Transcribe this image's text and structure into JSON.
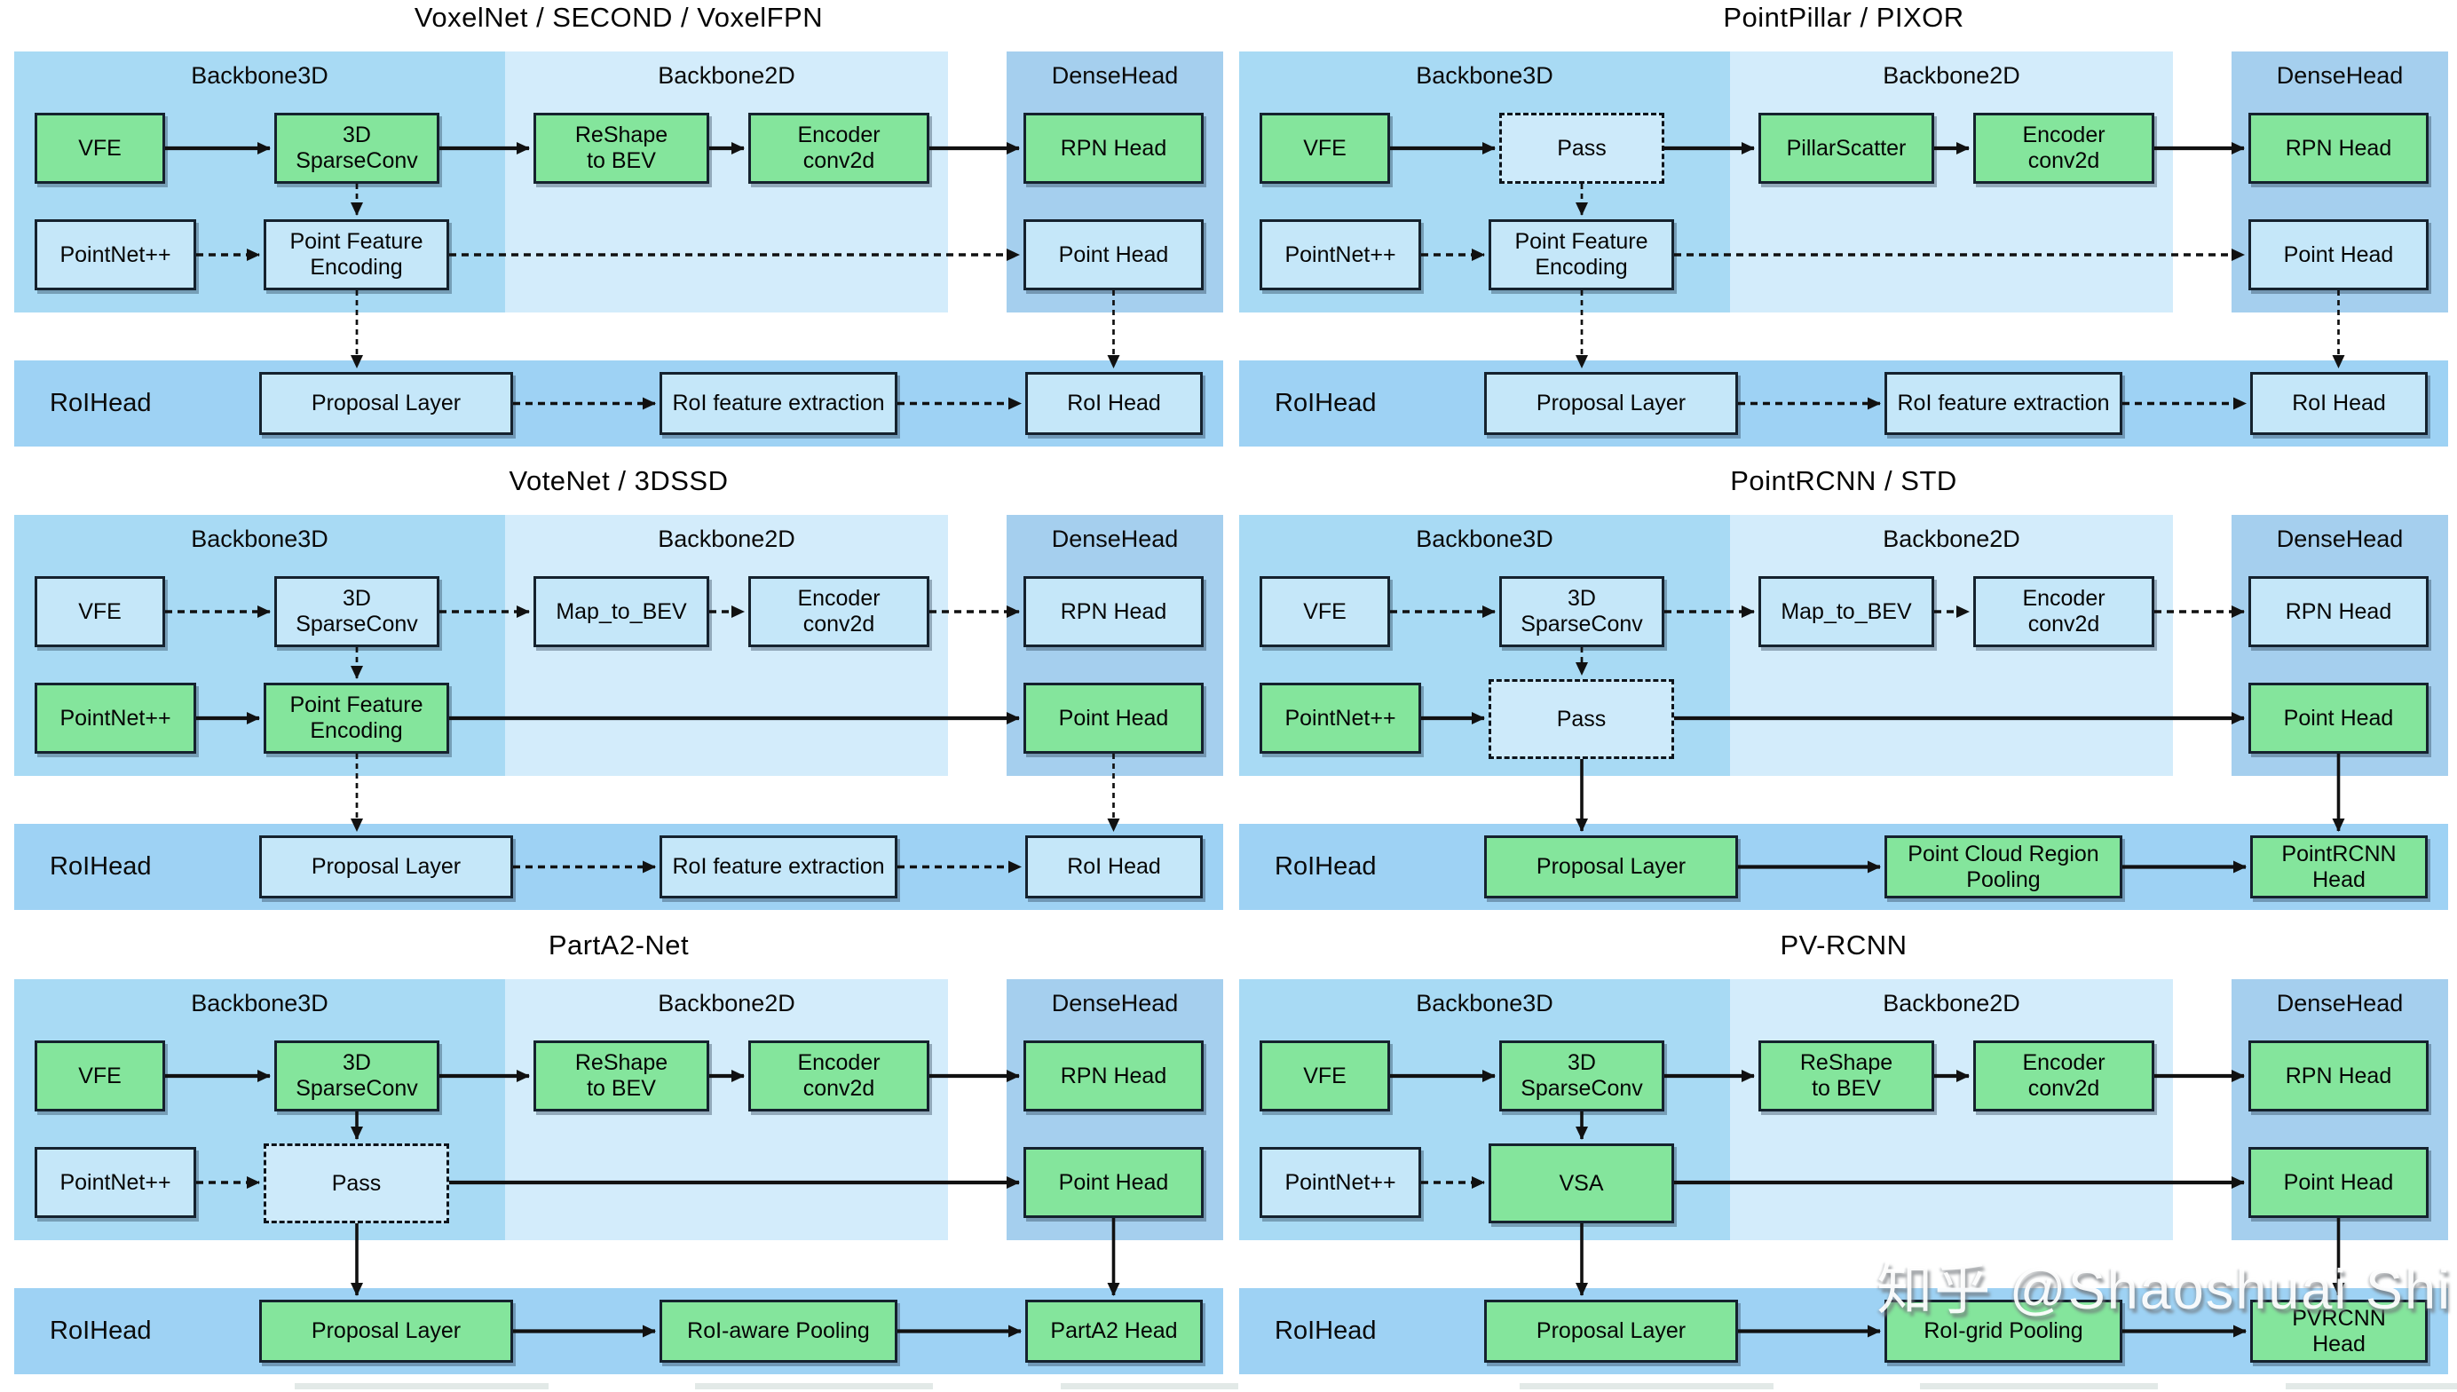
{
  "watermark": "知乎 @Shaoshuai Shi",
  "colors": {
    "backbone3d_bg": "#a8daf4",
    "backbone2d_bg": "#d3ecfb",
    "densehead_bg": "#a5cfee",
    "roihead_bg": "#9ed2f4",
    "box_green": "#84e59c",
    "box_blue": "#c5e7f9",
    "box_pass": "#cdeafa",
    "border": "#15222e",
    "arrow": "#111111"
  },
  "section_labels": {
    "backbone3d": "Backbone3D",
    "backbone2d": "Backbone2D",
    "densehead": "DenseHead",
    "roihead": "RoIHead"
  },
  "panels": [
    {
      "title": "VoxelNet / SECOND / VoxelFPN",
      "row1": [
        {
          "label": "VFE",
          "kind": "green"
        },
        {
          "label": "3D|SparseConv",
          "kind": "green"
        },
        {
          "label": "ReShape|to BEV",
          "kind": "green"
        },
        {
          "label": "Encoder|conv2d",
          "kind": "green"
        },
        {
          "label": "RPN Head",
          "kind": "green"
        }
      ],
      "row2": [
        {
          "label": "PointNet++",
          "kind": "blue"
        },
        {
          "label": "Point Feature|Encoding",
          "kind": "blue"
        }
      ],
      "head": {
        "label": "Point Head",
        "kind": "blue"
      },
      "roi": [
        {
          "label": "Proposal Layer",
          "kind": "blue"
        },
        {
          "label": "RoI feature extraction",
          "kind": "blue"
        },
        {
          "label": "RoI Head",
          "kind": "blue"
        }
      ],
      "arrows": {
        "row1": "solid",
        "pn": "dashed",
        "long": "dashed",
        "sc_down": "dashed",
        "mid_down": "dashed",
        "head_down": "dashed",
        "roi": "dashed"
      }
    },
    {
      "title": "PointPillar / PIXOR",
      "row1": [
        {
          "label": "VFE",
          "kind": "green"
        },
        {
          "label": "Pass",
          "kind": "pass"
        },
        {
          "label": "PillarScatter",
          "kind": "green"
        },
        {
          "label": "Encoder|conv2d",
          "kind": "green"
        },
        {
          "label": "RPN Head",
          "kind": "green"
        }
      ],
      "row2": [
        {
          "label": "PointNet++",
          "kind": "blue"
        },
        {
          "label": "Point Feature|Encoding",
          "kind": "blue"
        }
      ],
      "head": {
        "label": "Point Head",
        "kind": "blue"
      },
      "roi": [
        {
          "label": "Proposal Layer",
          "kind": "blue"
        },
        {
          "label": "RoI feature extraction",
          "kind": "blue"
        },
        {
          "label": "RoI Head",
          "kind": "blue"
        }
      ],
      "arrows": {
        "row1": "solid",
        "pn": "dashed",
        "long": "dashed",
        "sc_down": "dashed",
        "mid_down": "dashed",
        "head_down": "dashed",
        "roi": "dashed"
      }
    },
    {
      "title": "VoteNet / 3DSSD",
      "row1": [
        {
          "label": "VFE",
          "kind": "blue"
        },
        {
          "label": "3D|SparseConv",
          "kind": "blue"
        },
        {
          "label": "Map_to_BEV",
          "kind": "blue"
        },
        {
          "label": "Encoder|conv2d",
          "kind": "blue"
        },
        {
          "label": "RPN Head",
          "kind": "blue"
        }
      ],
      "row2": [
        {
          "label": "PointNet++",
          "kind": "green"
        },
        {
          "label": "Point Feature|Encoding",
          "kind": "green"
        }
      ],
      "head": {
        "label": "Point Head",
        "kind": "green"
      },
      "roi": [
        {
          "label": "Proposal Layer",
          "kind": "blue"
        },
        {
          "label": "RoI feature extraction",
          "kind": "blue"
        },
        {
          "label": "RoI Head",
          "kind": "blue"
        }
      ],
      "arrows": {
        "row1": "dashed",
        "pn": "solid",
        "long": "solid",
        "sc_down": "dashed",
        "mid_down": "dashed",
        "head_down": "dashed",
        "roi": "dashed"
      }
    },
    {
      "title": "PointRCNN / STD",
      "row1": [
        {
          "label": "VFE",
          "kind": "blue"
        },
        {
          "label": "3D|SparseConv",
          "kind": "blue"
        },
        {
          "label": "Map_to_BEV",
          "kind": "blue"
        },
        {
          "label": "Encoder|conv2d",
          "kind": "blue"
        },
        {
          "label": "RPN Head",
          "kind": "blue"
        }
      ],
      "row2": [
        {
          "label": "PointNet++",
          "kind": "green"
        },
        {
          "label": "Pass",
          "kind": "pass",
          "tall": true
        }
      ],
      "head": {
        "label": "Point Head",
        "kind": "green"
      },
      "roi": [
        {
          "label": "Proposal Layer",
          "kind": "green"
        },
        {
          "label": "Point Cloud Region|Pooling",
          "kind": "green"
        },
        {
          "label": "PointRCNN|Head",
          "kind": "green"
        }
      ],
      "arrows": {
        "row1": "dashed",
        "pn": "solid",
        "long": "solid",
        "sc_down": "dashed",
        "mid_down": "solid",
        "head_down": "solid",
        "roi": "solid"
      }
    },
    {
      "title": "PartA2-Net",
      "row1": [
        {
          "label": "VFE",
          "kind": "green"
        },
        {
          "label": "3D|SparseConv",
          "kind": "green"
        },
        {
          "label": "ReShape|to BEV",
          "kind": "green"
        },
        {
          "label": "Encoder|conv2d",
          "kind": "green"
        },
        {
          "label": "RPN Head",
          "kind": "green"
        }
      ],
      "row2": [
        {
          "label": "PointNet++",
          "kind": "blue"
        },
        {
          "label": "Pass",
          "kind": "pass",
          "tall": true
        }
      ],
      "head": {
        "label": "Point Head",
        "kind": "green"
      },
      "roi": [
        {
          "label": "Proposal Layer",
          "kind": "green"
        },
        {
          "label": "RoI-aware Pooling",
          "kind": "green"
        },
        {
          "label": "PartA2 Head",
          "kind": "green"
        }
      ],
      "arrows": {
        "row1": "solid",
        "pn": "dashed",
        "long": "solid",
        "sc_down": "solid",
        "mid_down": "solid",
        "head_down": "solid",
        "roi": "solid"
      }
    },
    {
      "title": "PV-RCNN",
      "row1": [
        {
          "label": "VFE",
          "kind": "green"
        },
        {
          "label": "3D|SparseConv",
          "kind": "green"
        },
        {
          "label": "ReShape|to BEV",
          "kind": "green"
        },
        {
          "label": "Encoder|conv2d",
          "kind": "green"
        },
        {
          "label": "RPN Head",
          "kind": "green"
        }
      ],
      "row2": [
        {
          "label": "PointNet++",
          "kind": "blue"
        },
        {
          "label": "VSA",
          "kind": "green",
          "tall": true
        }
      ],
      "head": {
        "label": "Point Head",
        "kind": "green"
      },
      "roi": [
        {
          "label": "Proposal Layer",
          "kind": "green"
        },
        {
          "label": "RoI-grid Pooling",
          "kind": "green"
        },
        {
          "label": "PVRCNN|Head",
          "kind": "green"
        }
      ],
      "arrows": {
        "row1": "solid",
        "pn": "dashed",
        "long": "solid",
        "sc_down": "solid",
        "mid_down": "solid",
        "head_down": "solid",
        "roi": "solid"
      }
    }
  ]
}
